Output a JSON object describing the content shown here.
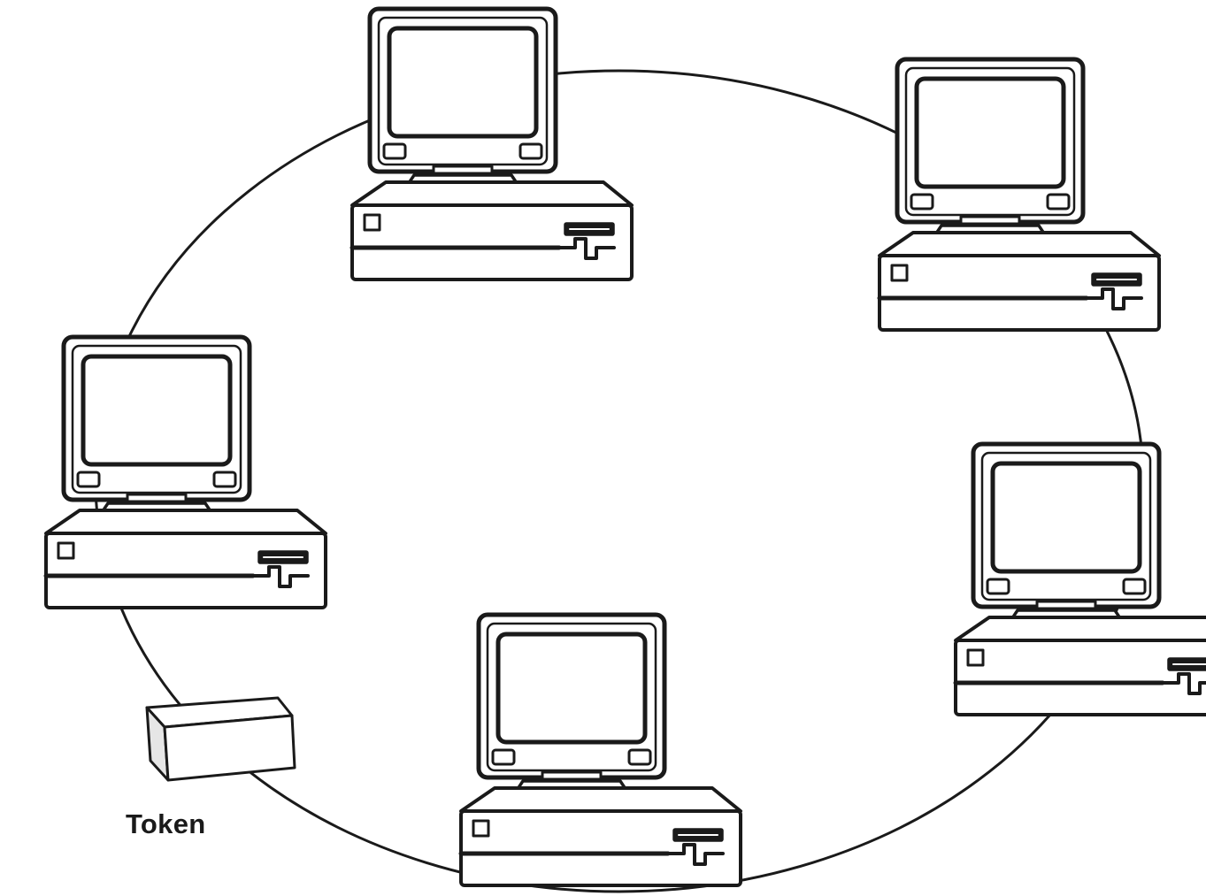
{
  "diagram": {
    "token_label": "Token",
    "nodes": [
      {
        "id": "computer-top"
      },
      {
        "id": "computer-top-right"
      },
      {
        "id": "computer-right"
      },
      {
        "id": "computer-bottom"
      },
      {
        "id": "computer-left"
      }
    ],
    "colors": {
      "stroke": "#1a1a1a",
      "fill": "#ffffff",
      "token_side": "#e6e6e6"
    }
  }
}
